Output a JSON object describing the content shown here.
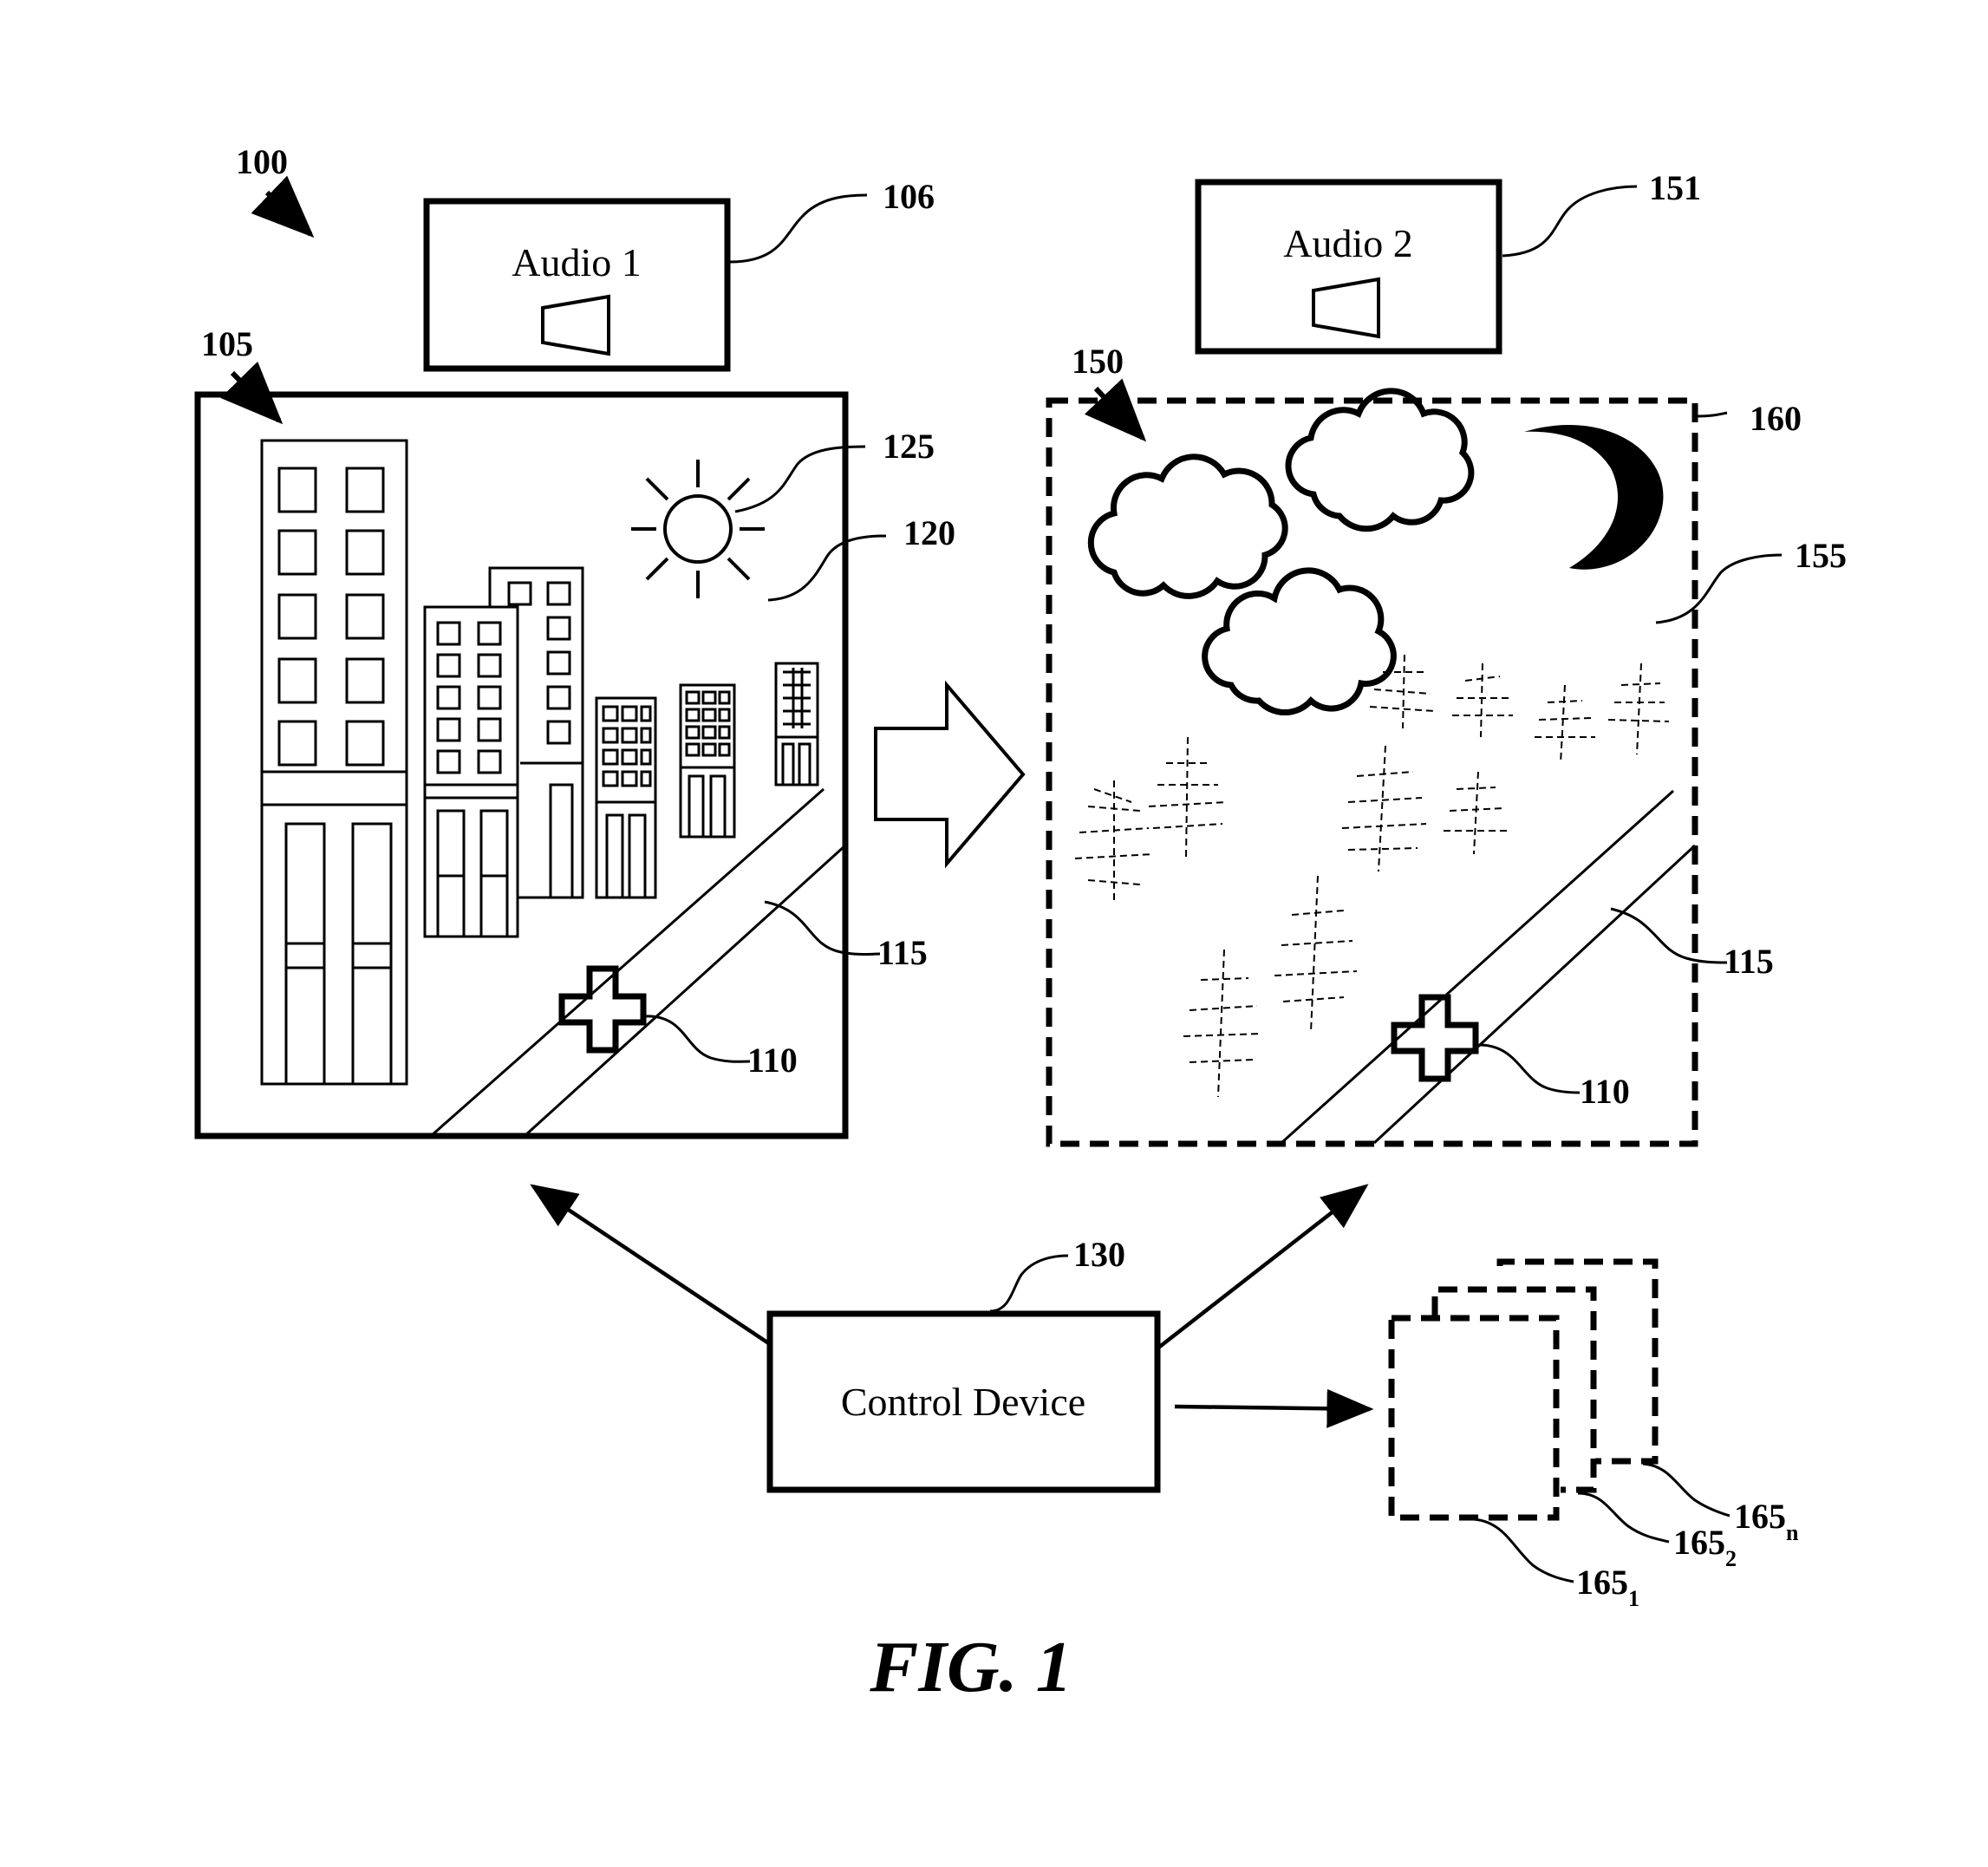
{
  "figure": {
    "caption": "FIG. 1"
  },
  "reference_numerals": {
    "system": "100",
    "first_scene": "105",
    "audio1_ref": "106",
    "ambulance_first": "110",
    "road_first": "115",
    "sky_first": "120",
    "sun": "125",
    "control_device_ref": "130",
    "second_scene": "150",
    "audio2_ref": "151",
    "sky_second": "155",
    "dashed_frame": "160",
    "ambulance_second": "110",
    "road_second": "115",
    "layer_1": {
      "base": "165",
      "sub": "1"
    },
    "layer_2": {
      "base": "165",
      "sub": "2"
    },
    "layer_n": {
      "base": "165",
      "sub": "n"
    }
  },
  "audio1": {
    "label": "Audio 1",
    "icon": "speaker-icon"
  },
  "audio2": {
    "label": "Audio 2",
    "icon": "speaker-icon"
  },
  "control_device": {
    "label": "Control Device"
  }
}
